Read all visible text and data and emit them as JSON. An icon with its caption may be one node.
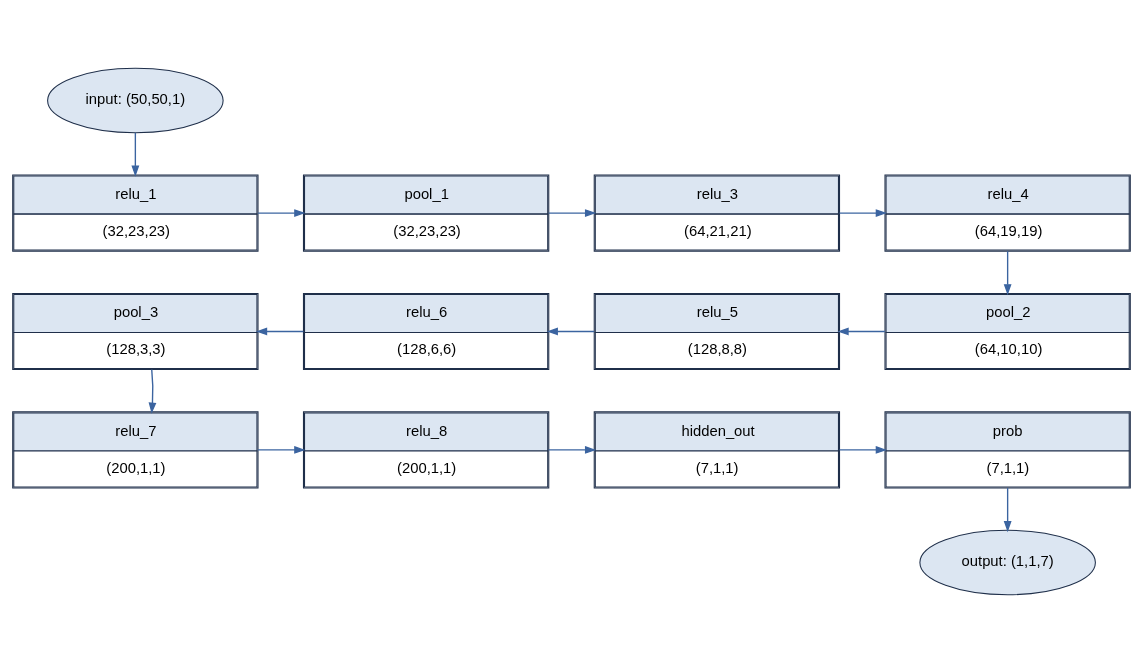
{
  "diagram": {
    "nodes": [
      {
        "text": [
          "input: (50,50,1)"
        ]
      },
      {
        "text": [
          "relu_1",
          "(32,23,23)"
        ]
      },
      {
        "text": [
          "pool_1",
          "(32,23,23)"
        ]
      },
      {
        "text": [
          "relu_3",
          "(64,21,21)"
        ]
      },
      {
        "text": [
          "relu_4",
          "(64,19,19)"
        ]
      },
      {
        "text": [
          "pool_2",
          "(64,10,10)"
        ]
      },
      {
        "text": [
          "relu_5",
          "(128,8,8)"
        ]
      },
      {
        "text": [
          "relu_6",
          "(128,6,6)"
        ]
      },
      {
        "text": [
          "pool_3",
          "(128,3,3)"
        ]
      },
      {
        "text": [
          "relu_7",
          "(200,1,1)"
        ]
      },
      {
        "text": [
          "relu_8",
          "(200,1,1)"
        ]
      },
      {
        "text": [
          "hidden_out",
          "(7,1,1)"
        ]
      },
      {
        "text": [
          "prob",
          "(7,1,1)"
        ]
      },
      {
        "text": [
          "output: (1,1,7)"
        ]
      }
    ],
    "edges": [
      {
        "from": 0,
        "to": 1,
        "arrow": "to"
      },
      {
        "from": 1,
        "to": 2,
        "arrow": "to"
      },
      {
        "from": 2,
        "to": 3,
        "arrow": "to"
      },
      {
        "from": 3,
        "to": 4,
        "arrow": "to"
      },
      {
        "from": 4,
        "to": 5,
        "arrow": "to"
      },
      {
        "from": 5,
        "to": 6,
        "arrow": "to"
      },
      {
        "from": 6,
        "to": 7,
        "arrow": "to"
      },
      {
        "from": 7,
        "to": 8,
        "arrow": "to"
      },
      {
        "from": 8,
        "to": 9,
        "arrow": "to"
      },
      {
        "from": 9,
        "to": 10,
        "arrow": "to"
      },
      {
        "from": 10,
        "to": 11,
        "arrow": "to"
      },
      {
        "from": 11,
        "to": 12,
        "arrow": "to"
      },
      {
        "from": 12,
        "to": 13,
        "arrow": "to"
      }
    ]
  }
}
